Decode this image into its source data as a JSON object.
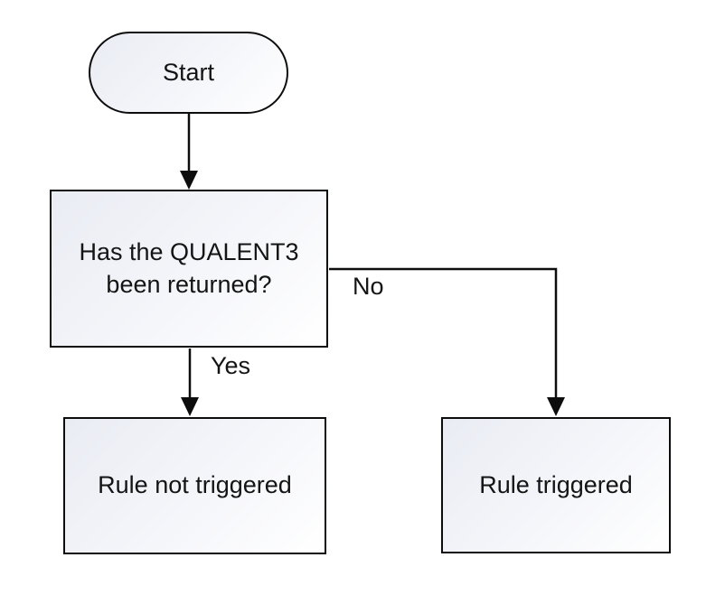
{
  "diagram": {
    "type": "flowchart",
    "nodes": {
      "start": {
        "label": "Start",
        "shape": "terminator"
      },
      "decision": {
        "label": "Has the QUALENT3 been returned?",
        "shape": "process"
      },
      "rule_not_triggered": {
        "label": "Rule not triggered",
        "shape": "process"
      },
      "rule_triggered": {
        "label": "Rule triggered",
        "shape": "process"
      }
    },
    "edges": {
      "start_to_decision": {
        "from": "start",
        "to": "decision",
        "label": ""
      },
      "decision_to_rule_not_triggered": {
        "from": "decision",
        "to": "rule_not_triggered",
        "label": "Yes"
      },
      "decision_to_rule_triggered": {
        "from": "decision",
        "to": "rule_triggered",
        "label": "No"
      }
    },
    "colors": {
      "border_color": "#0d0d0d",
      "line_color": "#0d0d0d",
      "text_color": "#141414",
      "node_fill_top": "#e9ecf3",
      "node_fill_mid": "#f5f6fa",
      "node_fill_bottom": "#ffffff",
      "canvas_bg": "#ffffff"
    }
  }
}
